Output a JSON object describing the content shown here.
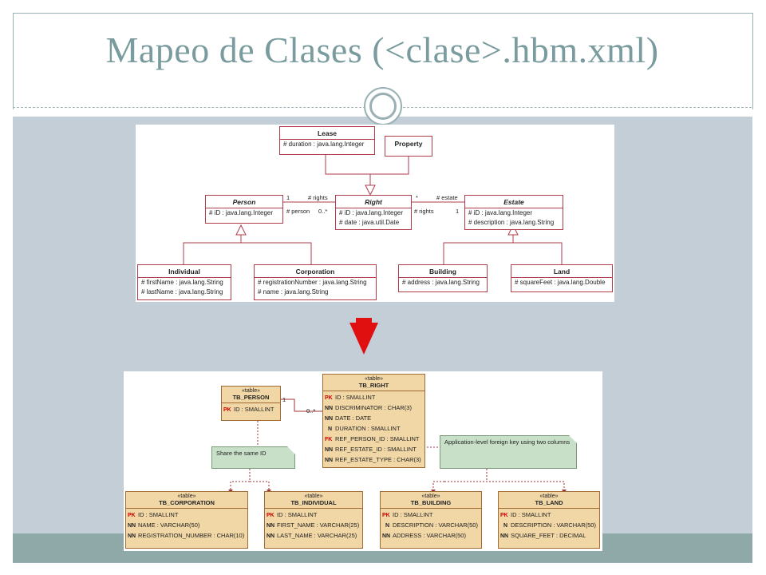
{
  "slide": {
    "title": "Mapeo de Clases (<clase>.hbm.xml)"
  },
  "colors": {
    "title": "#7a9c9e",
    "panel": "#c4ced6",
    "footer": "#8fa9a9",
    "uml_border": "#b13c4c",
    "table_fill": "#f1d6a6",
    "note_fill": "#c8e0c8",
    "arrow": "#e01010"
  },
  "class_diagram": {
    "classes": {
      "lease": {
        "name": "Lease",
        "attrs": [
          "# duration : java.lang.Integer"
        ]
      },
      "property": {
        "name": "Property",
        "attrs": []
      },
      "person": {
        "name": "Person",
        "attrs": [
          "# iD : java.lang.Integer"
        ]
      },
      "right": {
        "name": "Right",
        "attrs": [
          "# iD : java.lang.Integer",
          "# date : java.util.Date"
        ]
      },
      "estate": {
        "name": "Estate",
        "attrs": [
          "# iD : java.lang.Integer",
          "# description : java.lang.String"
        ]
      },
      "individual": {
        "name": "Individual",
        "attrs": [
          "# firstName : java.lang.String",
          "# lastName : java.lang.String"
        ]
      },
      "corporation": {
        "name": "Corporation",
        "attrs": [
          "# registrationNumber : java.lang.String",
          "# name : java.lang.String"
        ]
      },
      "building": {
        "name": "Building",
        "attrs": [
          "# address : java.lang.String"
        ]
      },
      "land": {
        "name": "Land",
        "attrs": [
          "# squareFeet : java.lang.Double"
        ]
      }
    },
    "labels": {
      "person_mult": "1",
      "person_role_rights": "# rights",
      "person_role_person": "# person",
      "person_mult_many": "0..*",
      "estate_mult_star": "*",
      "estate_role_estate": "# estate",
      "estate_role_rights": "# rights",
      "estate_mult_one": "1"
    }
  },
  "db_diagram": {
    "stereotype": "«table»",
    "tables": {
      "person": {
        "name": "TB_PERSON",
        "rows": [
          {
            "key": "PK",
            "text": "ID : SMALLINT"
          }
        ]
      },
      "right": {
        "name": "TB_RIGHT",
        "rows": [
          {
            "key": "PK",
            "text": "ID : SMALLINT"
          },
          {
            "key": "NN",
            "text": "DISCRIMINATOR : CHAR(3)"
          },
          {
            "key": "NN",
            "text": "DATE : DATE"
          },
          {
            "key": "N",
            "text": "DURATION : SMALLINT"
          },
          {
            "key": "FK",
            "text": "REF_PERSON_ID : SMALLINT"
          },
          {
            "key": "NN",
            "text": "REF_ESTATE_ID : SMALLINT"
          },
          {
            "key": "NN",
            "text": "REF_ESTATE_TYPE : CHAR(3)"
          }
        ]
      },
      "corporation": {
        "name": "TB_CORPORATION",
        "rows": [
          {
            "key": "PK",
            "text": "ID : SMALLINT"
          },
          {
            "key": "NN",
            "text": "NAME : VARCHAR(50)"
          },
          {
            "key": "NN",
            "text": "REGISTRATION_NUMBER : CHAR(10)"
          }
        ]
      },
      "individual": {
        "name": "TB_INDIVIDUAL",
        "rows": [
          {
            "key": "PK",
            "text": "ID : SMALLINT"
          },
          {
            "key": "NN",
            "text": "FIRST_NAME : VARCHAR(25)"
          },
          {
            "key": "NN",
            "text": "LAST_NAME : VARCHAR(25)"
          }
        ]
      },
      "building": {
        "name": "TB_BUILDING",
        "rows": [
          {
            "key": "PK",
            "text": "ID : SMALLINT"
          },
          {
            "key": "N",
            "text": "DESCRIPTION : VARCHAR(50)"
          },
          {
            "key": "NN",
            "text": "ADDRESS : VARCHAR(50)"
          }
        ]
      },
      "land": {
        "name": "TB_LAND",
        "rows": [
          {
            "key": "PK",
            "text": "ID : SMALLINT"
          },
          {
            "key": "N",
            "text": "DESCRIPTION : VARCHAR(50)"
          },
          {
            "key": "NN",
            "text": "SQUARE_FEET : DECIMAL"
          }
        ]
      }
    },
    "notes": {
      "shared_id": "Share the same ID",
      "foreign_key": "Application-level foreign key using two columns"
    },
    "labels": {
      "mult_one": "1",
      "mult_many": "0..*"
    }
  }
}
